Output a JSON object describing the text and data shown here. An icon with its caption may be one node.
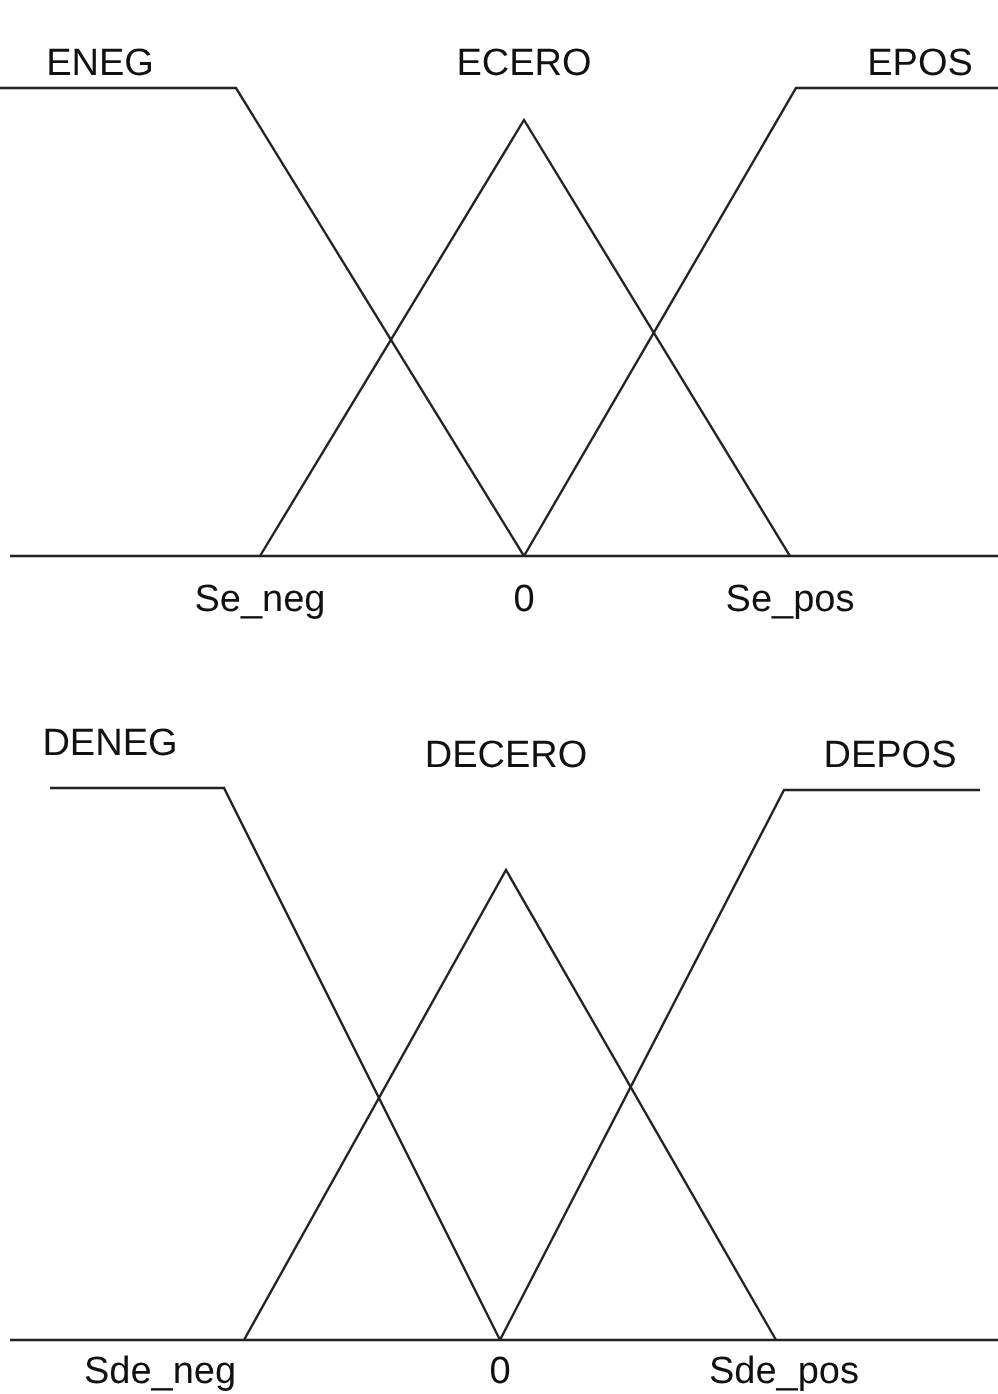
{
  "diagram": {
    "labels": [
      "ENEG",
      "ECERO",
      "EPOS",
      "Se_neg",
      "0",
      "Se_pos",
      "DENEG",
      "DECERO",
      "DEPOS",
      "Sde_neg",
      "0",
      "Sde_pos"
    ]
  }
}
